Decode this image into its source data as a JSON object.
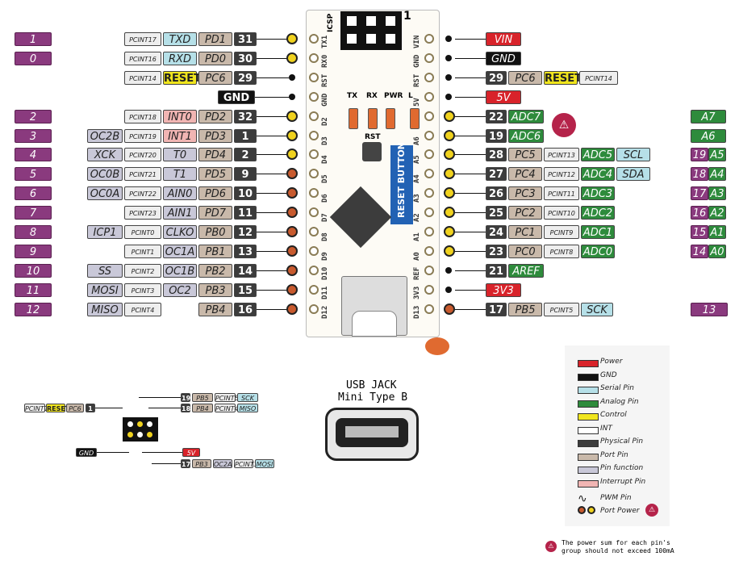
{
  "left_rows": [
    {
      "n": "1",
      "pc": "PCINT17",
      "f": [
        "TXD",
        "ser"
      ],
      "port": "PD1",
      "pin": "31",
      "dot": "y"
    },
    {
      "n": "0",
      "pc": "PCINT16",
      "f": [
        "RXD",
        "ser"
      ],
      "port": "PD0",
      "pin": "30",
      "dot": "y"
    },
    {
      "n": "",
      "pc": "PCINT14",
      "f": [
        "RESET",
        "ctrl"
      ],
      "port": "PC6",
      "pin": "29",
      "dot": "s"
    },
    {
      "n": "",
      "pc": "",
      "f": [
        "",
        ""
      ],
      "port": "",
      "pin": "GND",
      "dot": "s"
    },
    {
      "n": "2",
      "pc": "PCINT18",
      "f": [
        "INT0",
        "int"
      ],
      "port": "PD2",
      "pin": "32",
      "dot": "y"
    },
    {
      "n": "3",
      "pc": "PCINT19",
      "f": [
        "INT1",
        "int"
      ],
      "extra": "OC2B",
      "port": "PD3",
      "pin": "1",
      "dot": "y"
    },
    {
      "n": "4",
      "pc": "PCINT20",
      "f": [
        "T0",
        "fn"
      ],
      "extra": "XCK",
      "port": "PD4",
      "pin": "2",
      "dot": "y"
    },
    {
      "n": "5",
      "pc": "PCINT21",
      "f": [
        "T1",
        "fn"
      ],
      "extra": "OC0B",
      "port": "PD5",
      "pin": "9",
      "dot": "r"
    },
    {
      "n": "6",
      "pc": "PCINT22",
      "f": [
        "AIN0",
        "fn"
      ],
      "extra": "OC0A",
      "port": "PD6",
      "pin": "10",
      "dot": "r"
    },
    {
      "n": "7",
      "pc": "PCINT23",
      "f": [
        "AIN1",
        "fn"
      ],
      "port": "PD7",
      "pin": "11",
      "dot": "r"
    },
    {
      "n": "8",
      "pc": "PCINT0",
      "f": [
        "CLKO",
        "fn"
      ],
      "extra": "ICP1",
      "port": "PB0",
      "pin": "12",
      "dot": "r"
    },
    {
      "n": "9",
      "pc": "PCINT1",
      "f": [
        "OC1A",
        "fn"
      ],
      "port": "PB1",
      "pin": "13",
      "dot": "r"
    },
    {
      "n": "10",
      "pc": "PCINT2",
      "f": [
        "OC1B",
        "fn"
      ],
      "extra": "SS",
      "port": "PB2",
      "pin": "14",
      "dot": "r"
    },
    {
      "n": "11",
      "pc": "PCINT3",
      "f": [
        "OC2",
        "fn"
      ],
      "extra": "MOSI",
      "port": "PB3",
      "pin": "15",
      "dot": "r"
    },
    {
      "n": "12",
      "pc": "PCINT4",
      "f": [
        "",
        ""
      ],
      "extra": "MISO",
      "port": "PB4",
      "pin": "16",
      "dot": "r"
    }
  ],
  "right_rows": [
    {
      "pin": "",
      "lab": "VIN",
      "cls": "pwr",
      "dot": "s"
    },
    {
      "pin": "",
      "lab": "GND",
      "cls": "gnd",
      "dot": "s"
    },
    {
      "pin": "29",
      "port": "PC6",
      "f": "RESET",
      "fc": "ctrl",
      "pc": "PCINT14",
      "dot": "s"
    },
    {
      "pin": "",
      "lab": "5V",
      "cls": "pwr",
      "dot": "s"
    },
    {
      "pin": "22",
      "lab": "ADC7",
      "cls": "ana",
      "dot": "y",
      "far": "A7"
    },
    {
      "pin": "19",
      "lab": "ADC6",
      "cls": "ana",
      "dot": "y",
      "far": "A6"
    },
    {
      "pin": "28",
      "port": "PC5",
      "pc": "PCINT13",
      "a": "ADC5",
      "s": "SCL",
      "dot": "y",
      "fn": "19",
      "far": "A5"
    },
    {
      "pin": "27",
      "port": "PC4",
      "pc": "PCINT12",
      "a": "ADC4",
      "s": "SDA",
      "dot": "y",
      "fn": "18",
      "far": "A4"
    },
    {
      "pin": "26",
      "port": "PC3",
      "pc": "PCINT11",
      "a": "ADC3",
      "dot": "y",
      "fn": "17",
      "far": "A3"
    },
    {
      "pin": "25",
      "port": "PC2",
      "pc": "PCINT10",
      "a": "ADC2",
      "dot": "y",
      "fn": "16",
      "far": "A2"
    },
    {
      "pin": "24",
      "port": "PC1",
      "pc": "PCINT9",
      "a": "ADC1",
      "dot": "y",
      "fn": "15",
      "far": "A1"
    },
    {
      "pin": "23",
      "port": "PC0",
      "pc": "PCINT8",
      "a": "ADC0",
      "dot": "y",
      "fn": "14",
      "far": "A0"
    },
    {
      "pin": "21",
      "lab": "AREF",
      "cls": "ana",
      "dot": "s"
    },
    {
      "pin": "",
      "lab": "3V3",
      "cls": "pwr",
      "dot": "s"
    },
    {
      "pin": "17",
      "port": "PB5",
      "pc": "PCINT5",
      "s": "SCK",
      "dot": "r",
      "num": "13"
    }
  ],
  "board_left": [
    "TX1",
    "RX0",
    "RST",
    "GND",
    "D2",
    "D3",
    "D4",
    "D5",
    "D6",
    "D7",
    "D8",
    "D9",
    "D10",
    "D11",
    "D12"
  ],
  "board_right": [
    "VIN",
    "GND",
    "RST",
    "5V",
    "A7",
    "A6",
    "A5",
    "A4",
    "A3",
    "A2",
    "A1",
    "A0",
    "REF",
    "3V3",
    "D13"
  ],
  "board": {
    "icsp": "ICSP",
    "one": "1",
    "tx": "TX",
    "rx": "RX",
    "pwr": "PWR",
    "l": "L",
    "rst": "RST",
    "reset_btn": "RESET BUTTON"
  },
  "usb": {
    "line1": "USB JACK",
    "line2": "Mini Type B"
  },
  "icsp": {
    "top1": {
      "pin": "19",
      "port": "PB5",
      "pc": "PCINT5",
      "s": "SCK"
    },
    "top2": {
      "pin": "18",
      "port": "PB4",
      "pc": "PCINT4",
      "s": "MISO"
    },
    "left": {
      "pc": "PCINT14",
      "f": "RESET",
      "port": "PC6",
      "pin": "1"
    },
    "gnd": "GND",
    "vcc": "5V",
    "bot": {
      "pin": "17",
      "port": "PB3",
      "f": "OC2A",
      "pc": "PCINT3",
      "s": "MOSI"
    }
  },
  "legend": {
    "items": [
      {
        "t": "Power",
        "c": "#d8232a"
      },
      {
        "t": "GND",
        "c": "#111111"
      },
      {
        "t": "Serial Pin",
        "c": "#b6e0e8"
      },
      {
        "t": "Analog Pin",
        "c": "#2e8b3c"
      },
      {
        "t": "Control",
        "c": "#f0e51e"
      },
      {
        "t": "INT",
        "c": "#ffffff"
      },
      {
        "t": "Physical Pin",
        "c": "#3c3c3c"
      },
      {
        "t": "Port Pin",
        "c": "#c9b9aa"
      },
      {
        "t": "Pin function",
        "c": "#c9c8d8"
      },
      {
        "t": "Interrupt Pin",
        "c": "#f1b5b3"
      }
    ],
    "pwm": "PWM Pin",
    "port_power": "Port Power",
    "note1": "The power sum for each pin's",
    "note2": "group should not exceed 100mA"
  }
}
